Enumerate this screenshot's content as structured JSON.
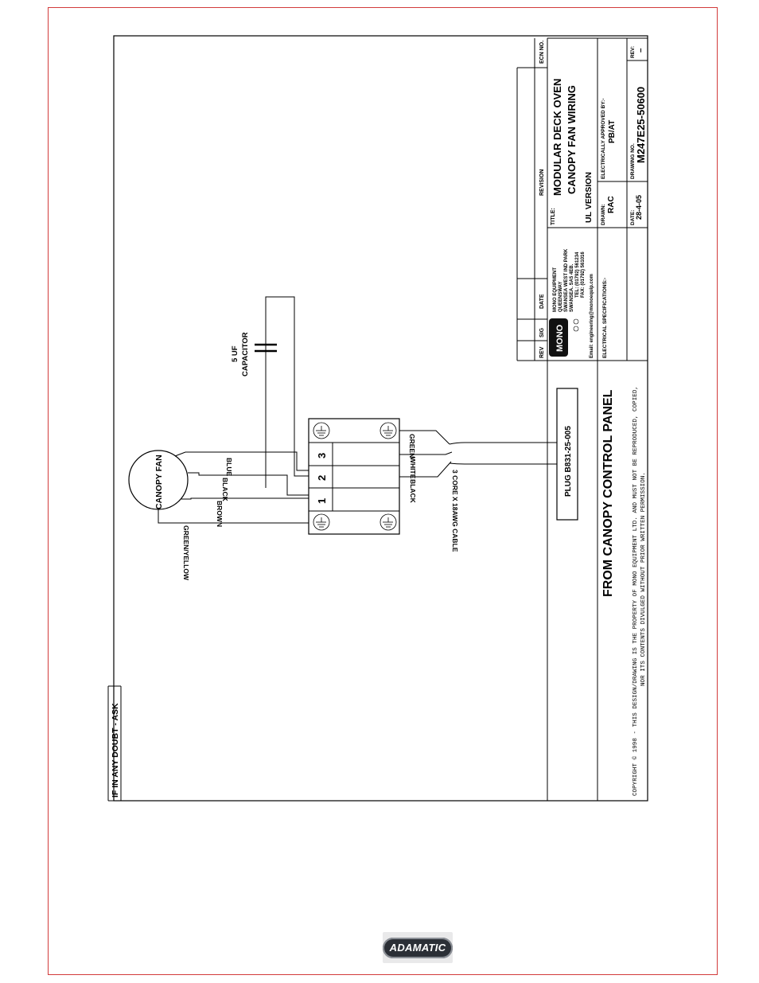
{
  "doubt_notice": "IF IN ANY DOUBT - ASK",
  "fan": {
    "label": "CANOPY FAN",
    "wires": [
      "BLUE",
      "BLACK",
      "BROWN",
      "GREEN/YELLOW"
    ]
  },
  "capacitor": {
    "value": "5 UF",
    "label": "CAPACITOR"
  },
  "terminals": [
    "1",
    "2",
    "3"
  ],
  "cable": {
    "wires": [
      "GREEN",
      "WHITE",
      "BLACK"
    ],
    "label": "3 CORE X 18AWG CABLE"
  },
  "plug": {
    "label": "PLUG B831-25-005"
  },
  "source": {
    "label": "FROM CANOPY CONTROL PANEL"
  },
  "copyright": {
    "line1": "COPYRIGHT © 1998 - THIS DESIGN/DRAWING IS THE PROPERTY OF MONO EQUIPMENT LTD. AND MUST NOT BE REPRODUCED, COPIED,",
    "line2": "NOR ITS CONTENTS DIVULGED WITHOUT PRIOR WRITTEN PERMISSION."
  },
  "title_block": {
    "revision_headers": {
      "rev": "REV",
      "sig": "SIG",
      "date": "DATE",
      "revision": "REVISION",
      "ecn": "ECN NO."
    },
    "company": {
      "logo_text": "MONO",
      "lines": [
        "MONO EQUIPMENT",
        "QUEENSWAY",
        "SWANSEA WEST IND PARK",
        "SWANSEA.        SA5 4EB.",
        "TEL: (01792) 561234",
        "FAX: (01792) 561016",
        "Email: engineering@monoequip.com"
      ]
    },
    "title_label": "TITLE:",
    "title_line1": "MODULAR DECK OVEN",
    "title_line2": "CANOPY FAN WIRING",
    "title_line3": "UL VERSION",
    "electrical_specs_label": "ELECTRICAL SPECIFICATIONS:-",
    "drawn_label": "DRAWN:",
    "drawn_value": "RAC",
    "approved_label": "ELECTRICALLY APPROVED BY:-",
    "approved_value": "PB/AT",
    "date_label": "DATE:",
    "date_value": "28-4-05",
    "drawing_no_label": "DRAWING NO.",
    "drawing_no_value": "M247E25-50600",
    "rev_label": "REV:",
    "rev_value": "–"
  },
  "footer_logo": "ADAMATIC"
}
